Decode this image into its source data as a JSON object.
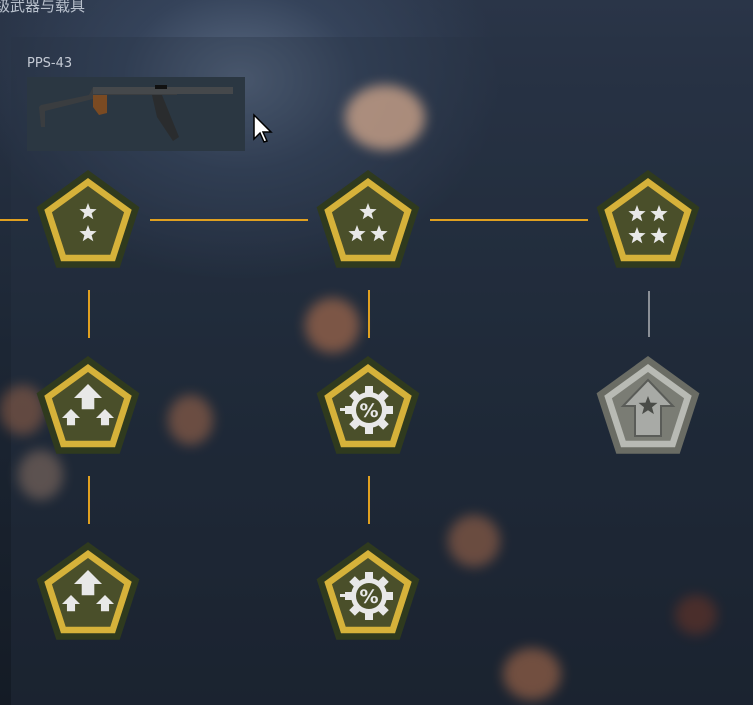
{
  "header": {
    "title": "级武器与载具"
  },
  "weapon": {
    "name": "PPS-43"
  },
  "colors": {
    "gold": "#d6b23a",
    "connector": "#e0a020",
    "locked": "#8a8f96",
    "badge_fill": "#4a4f2a"
  },
  "badges": [
    {
      "id": "rank-2-stars",
      "icon": "two-stars-icon",
      "state": "unlocked"
    },
    {
      "id": "rank-3-stars",
      "icon": "three-stars-icon",
      "state": "unlocked"
    },
    {
      "id": "rank-4-stars",
      "icon": "four-stars-icon",
      "state": "unlocked"
    },
    {
      "id": "upgrade-arrows-1",
      "icon": "upgrade-arrows-icon",
      "state": "unlocked"
    },
    {
      "id": "gear-percent-1",
      "icon": "gear-percent-icon",
      "state": "unlocked"
    },
    {
      "id": "star-arrow-locked",
      "icon": "star-arrow-icon",
      "state": "locked"
    },
    {
      "id": "upgrade-arrows-2",
      "icon": "upgrade-arrows-icon",
      "state": "unlocked"
    },
    {
      "id": "gear-percent-2",
      "icon": "gear-percent-icon",
      "state": "unlocked"
    }
  ]
}
